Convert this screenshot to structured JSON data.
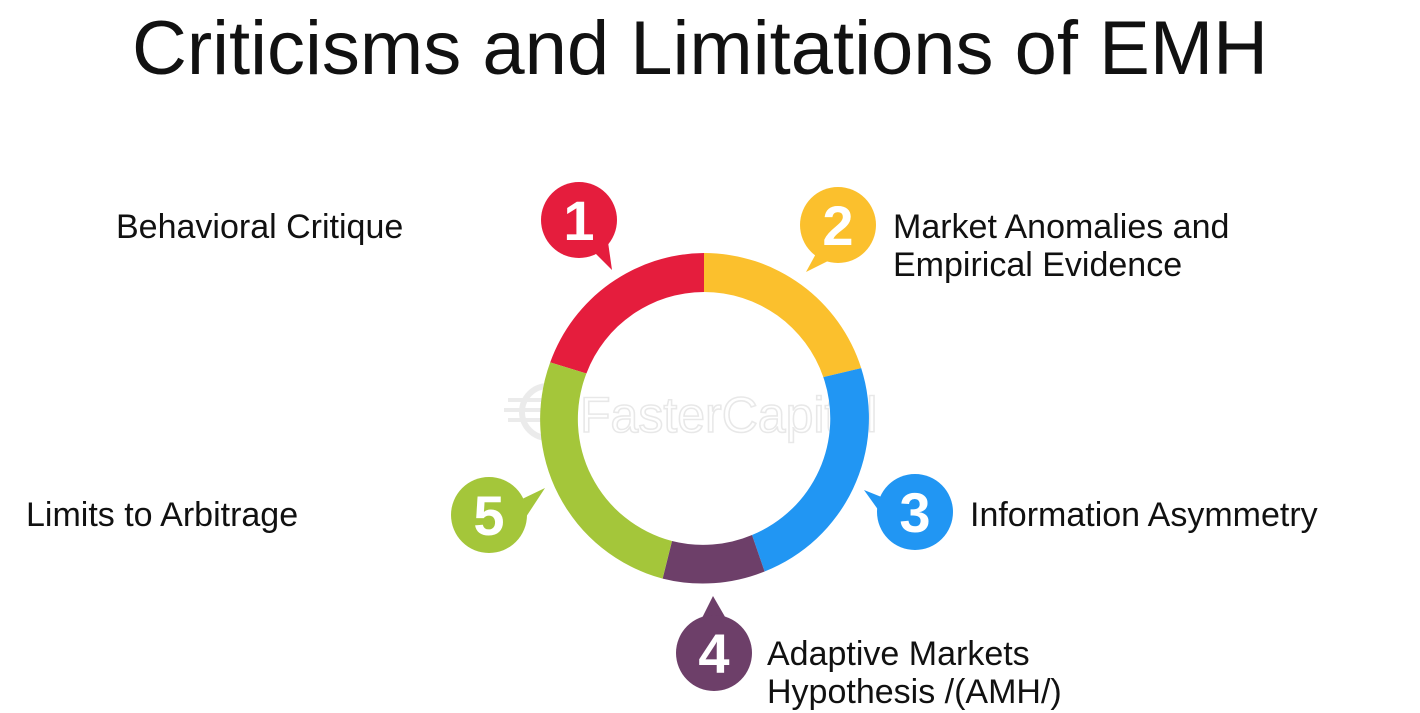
{
  "title": "Criticisms and Limitations of EMH",
  "watermark": "FasterCapital",
  "items": [
    {
      "number": "1",
      "label_lines": [
        "Behavioral Critique"
      ],
      "color": "#e51d3d"
    },
    {
      "number": "2",
      "label_lines": [
        "Market Anomalies and",
        "Empirical Evidence"
      ],
      "color": "#fbc02d"
    },
    {
      "number": "3",
      "label_lines": [
        "Information Asymmetry"
      ],
      "color": "#2196f3"
    },
    {
      "number": "4",
      "label_lines": [
        "Adaptive Markets",
        "Hypothesis /(AMH/)"
      ],
      "color": "#6d3f69"
    },
    {
      "number": "5",
      "label_lines": [
        "Limits to Arbitrage"
      ],
      "color": "#a4c63a"
    }
  ]
}
